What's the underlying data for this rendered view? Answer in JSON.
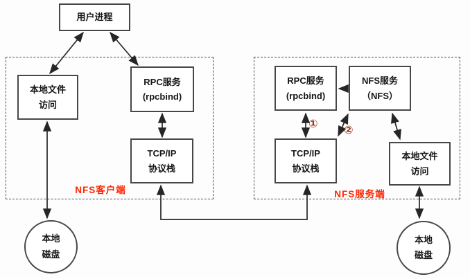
{
  "diagram": {
    "user_process": {
      "label": "用户进程"
    },
    "client": {
      "region_label": "NFS客户端",
      "local_file_access": {
        "line1": "本地文件",
        "line2": "访问"
      },
      "rpc": {
        "line1": "RPC服务",
        "line2": "(rpcbind)"
      },
      "tcpip": {
        "line1": "TCP/IP",
        "line2": "协议栈"
      },
      "disk": {
        "line1": "本地",
        "line2": "磁盘"
      }
    },
    "server": {
      "region_label": "NFS服务端",
      "rpc": {
        "line1": "RPC服务",
        "line2": "(rpcbind)"
      },
      "nfs": {
        "line1": "NFS服务",
        "line2": "（NFS）"
      },
      "tcpip": {
        "line1": "TCP/IP",
        "line2": "协议栈"
      },
      "local_file_access": {
        "line1": "本地文件",
        "line2": "访问"
      },
      "disk": {
        "line1": "本地",
        "line2": "磁盘"
      }
    },
    "annotations": {
      "step1": "①",
      "step2": "②"
    },
    "colors": {
      "region_label_red": "#ff2400",
      "step_marker_red": "#9e3620",
      "line_color": "#262626",
      "box_border": "#474747"
    }
  }
}
